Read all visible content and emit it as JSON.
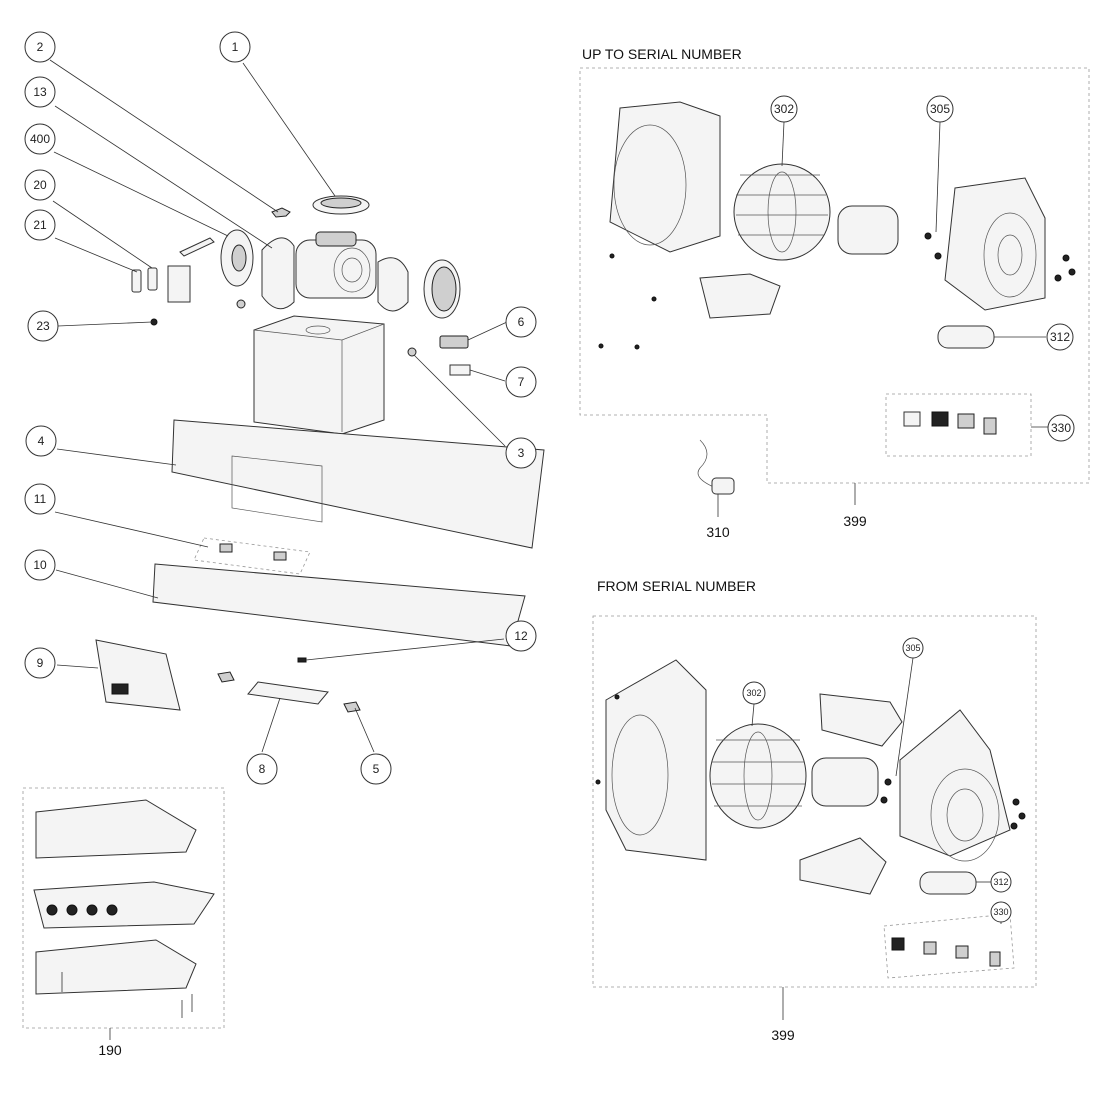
{
  "callouts": [
    {
      "id": "c1",
      "label": "1"
    },
    {
      "id": "c2",
      "label": "2"
    },
    {
      "id": "c13",
      "label": "13"
    },
    {
      "id": "c400",
      "label": "400"
    },
    {
      "id": "c20",
      "label": "20"
    },
    {
      "id": "c21",
      "label": "21"
    },
    {
      "id": "c23",
      "label": "23"
    },
    {
      "id": "c6",
      "label": "6"
    },
    {
      "id": "c7",
      "label": "7"
    },
    {
      "id": "c3",
      "label": "3"
    },
    {
      "id": "c4",
      "label": "4"
    },
    {
      "id": "c11",
      "label": "11"
    },
    {
      "id": "c10",
      "label": "10"
    },
    {
      "id": "c12",
      "label": "12"
    },
    {
      "id": "c9",
      "label": "9"
    },
    {
      "id": "c8",
      "label": "8"
    },
    {
      "id": "c5",
      "label": "5"
    },
    {
      "id": "u302",
      "label": "302"
    },
    {
      "id": "u305",
      "label": "305"
    },
    {
      "id": "u312",
      "label": "312"
    },
    {
      "id": "u330",
      "label": "330"
    },
    {
      "id": "f305",
      "label": "305"
    },
    {
      "id": "f302",
      "label": "302"
    },
    {
      "id": "f312",
      "label": "312"
    },
    {
      "id": "f330",
      "label": "330"
    }
  ],
  "captions": {
    "up_to_serial": "UP TO SERIAL NUMBER",
    "from_serial": "FROM SERIAL NUMBER",
    "kit_190": "190",
    "kit_310": "310",
    "kit_399_upper": "399",
    "kit_399_lower": "399"
  }
}
